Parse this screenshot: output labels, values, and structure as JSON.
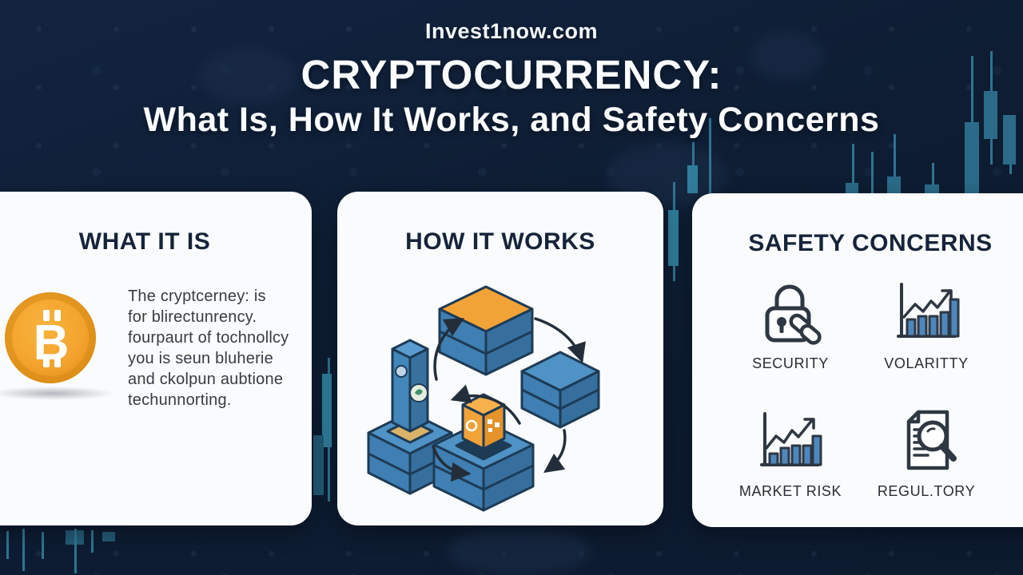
{
  "header": {
    "site": "Invest1now.com",
    "title1": "CRYPTOCURRENCY:",
    "title2": "What Is, How It Works, and Safety Concerns"
  },
  "cards": {
    "what_it_is": {
      "title": "WHAT IT IS",
      "icon": "bitcoin-coin",
      "body": "The cryptcerney: is\nfor blirectunrency.\nfourpaurt of tochnollcy\nyou is seun bluherie\nand ckolpun aubtione\ntechunnorting."
    },
    "how_it_works": {
      "title": "HOW IT WORKS",
      "diagram": "blockchain-blocks-cycle"
    },
    "safety_concerns": {
      "title": "SAFETY CONCERNS",
      "items": [
        {
          "label": "SECURITY",
          "icon": "lock-chain-icon"
        },
        {
          "label": "VOLARITTY",
          "icon": "volatility-chart-icon"
        },
        {
          "label": "MARKET RISK",
          "icon": "market-risk-chart-icon"
        },
        {
          "label": "REGUL.TORY",
          "icon": "regulatory-document-icon"
        }
      ]
    }
  },
  "colors": {
    "background_navy": "#0e1d33",
    "card_white": "#fafbfc",
    "title_navy": "#16243a",
    "coin_orange": "#f2a02a",
    "block_blue": "#4f92c6",
    "block_orange_top": "#f2a338",
    "candle_teal": "#2e7391"
  }
}
